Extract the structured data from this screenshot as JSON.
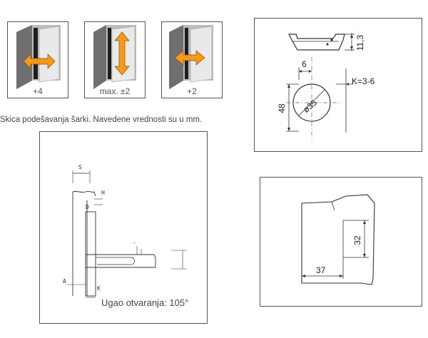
{
  "adjustments": [
    {
      "label": "+4",
      "direction": "horizontal"
    },
    {
      "label": "max. ±2",
      "direction": "vertical"
    },
    {
      "label": "+2",
      "direction": "horizontal"
    }
  ],
  "caption": "Skica podešavanja šarki. Navedene vrednosti su u mm.",
  "cup_drawing": {
    "dim_height": "11,3",
    "dim_offset": "6",
    "dim_k": "K=3-6",
    "dim_vertical": "48",
    "dim_diameter": "ø35"
  },
  "section_drawing": {
    "label_s": "S",
    "label_h": "H",
    "label_d": "D",
    "label_a": "A",
    "label_k": "K",
    "angle_text": "Ugao otvaranja: 105°"
  },
  "plate_drawing": {
    "dim_vertical": "32",
    "dim_horizontal": "37"
  },
  "colors": {
    "arrow": "#f39a1e",
    "panel": "#8a8a8a",
    "frame": "#555555"
  }
}
